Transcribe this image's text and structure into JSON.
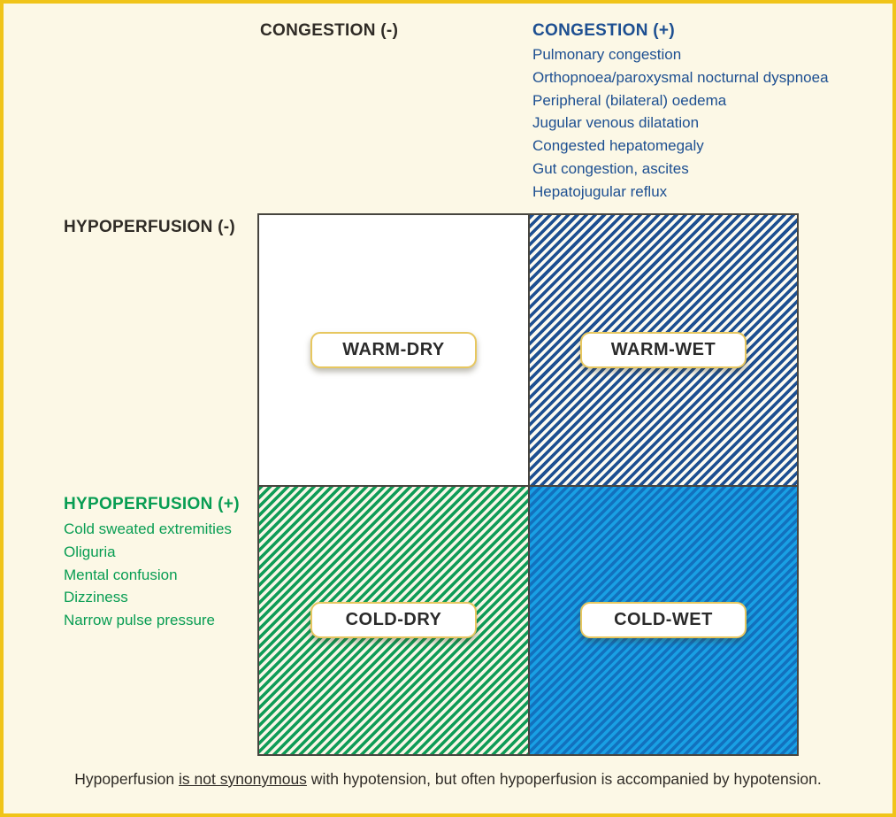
{
  "axes": {
    "congestion_negative": "CONGESTION (-)",
    "congestion_positive": {
      "label": "CONGESTION (+)",
      "items": [
        "Pulmonary congestion",
        "Orthopnoea/paroxysmal nocturnal dyspnoea",
        "Peripheral (bilateral) oedema",
        "Jugular venous dilatation",
        "Congested hepatomegaly",
        "Gut congestion, ascites",
        "Hepatojugular reflux"
      ]
    },
    "hypoperfusion_negative": "HYPOPERFUSION (-)",
    "hypoperfusion_positive": {
      "label": "HYPOPERFUSION (+)",
      "items": [
        "Cold sweated extremities",
        "Oliguria",
        "Mental confusion",
        "Dizziness",
        "Narrow pulse pressure"
      ]
    }
  },
  "quadrants": [
    {
      "label": "WARM-DRY",
      "fill": "white"
    },
    {
      "label": "WARM-WET",
      "fill": "navy-diagonal-stripes-on-white"
    },
    {
      "label": "COLD-DRY",
      "fill": "green-diagonal-stripes-on-cream"
    },
    {
      "label": "COLD-WET",
      "fill": "dark-blue-diagonal-stripes-on-bright-blue"
    }
  ],
  "footnote": {
    "part1": "Hypoperfusion ",
    "underlined": "is not synonymous",
    "part2": " with hypotension, but often hypoperfusion is accompanied by hypotension."
  },
  "colors": {
    "background": "#FCF8E6",
    "frame_border": "#F0C419",
    "dark_text": "#2F2B26",
    "blue": "#1D4F91",
    "green": "#089D53",
    "cold_wet_background": "#19A0E4",
    "cold_wet_stripe": "#1271BE",
    "green_stripe": "#0F9C57",
    "label_box_border": "#E7C75F",
    "grid_border": "#47453F"
  }
}
